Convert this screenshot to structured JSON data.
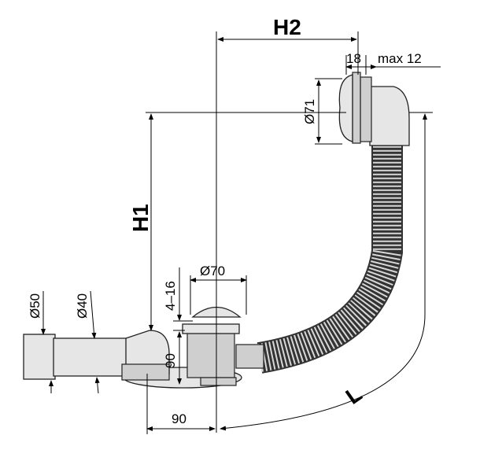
{
  "labels": {
    "h2": "H2",
    "h1": "H1",
    "l": "L",
    "d18": "18",
    "max12": "max 12",
    "d71": "Ø71",
    "d70": "Ø70",
    "range4_16": "4–16",
    "d50": "Ø50",
    "d40": "Ø40",
    "h90": "90",
    "w90": "90"
  }
}
